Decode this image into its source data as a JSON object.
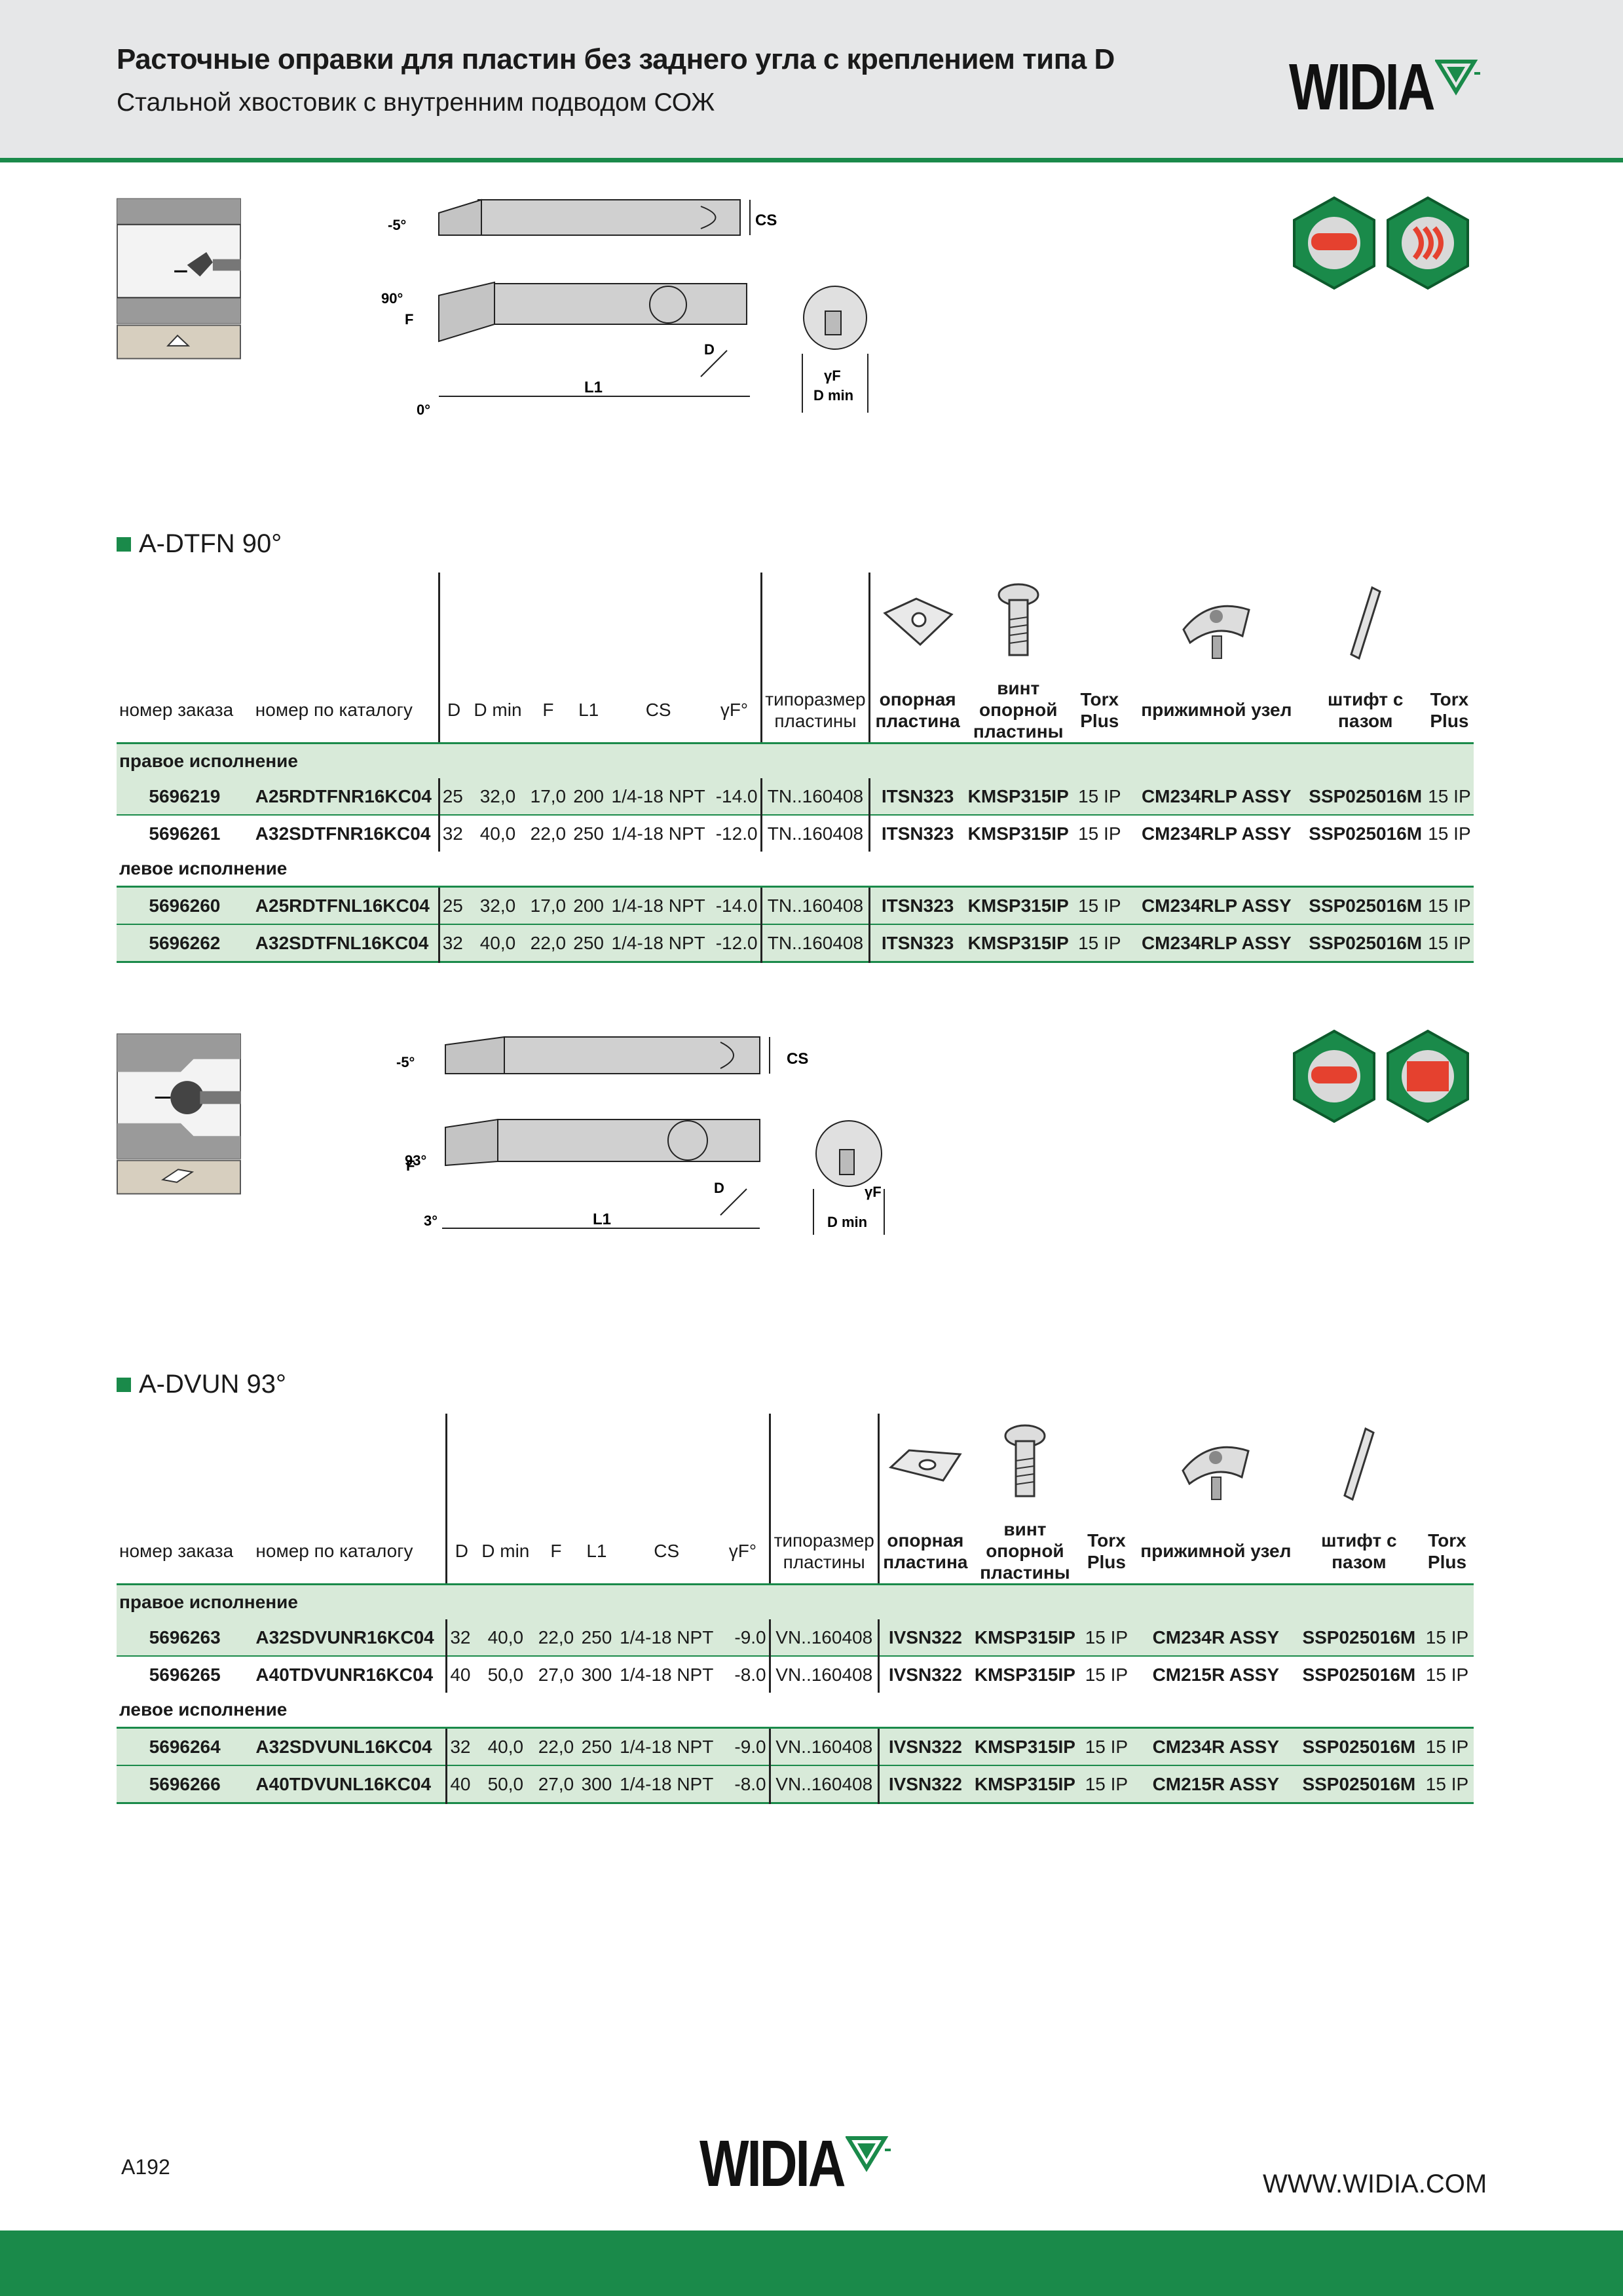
{
  "header": {
    "title": "Расточные оправки для пластин без заднего угла с креплением типа D",
    "subtitle": "Стальной хвостовик с внутренним подводом СОЖ",
    "logo": "WIDIA"
  },
  "colors": {
    "accent": "#1a8a4a",
    "row_tint": "#d8ead9",
    "header_bg": "#e6e7e8"
  },
  "drawing1": {
    "angle_top": "-5°",
    "cs": "CS",
    "angle_side": "90°",
    "f": "F",
    "d": "D",
    "angle_zero": "0°",
    "l1": "L1",
    "gamma": "γF",
    "dmin": "D min"
  },
  "drawing2": {
    "angle_top": "-5°",
    "cs": "CS",
    "angle_side": "93°",
    "f": "F",
    "d": "D",
    "angle_three": "3°",
    "l1": "L1",
    "gamma": "γF",
    "dmin": "D min"
  },
  "section1": {
    "title": "A-DTFN 90°",
    "headers": [
      "номер заказа",
      "номер по каталогу",
      "D",
      "D min",
      "F",
      "L1",
      "CS",
      "γF°",
      "типоразмер пластины",
      "опорная пластина",
      "винт опорной пластины",
      "Torx Plus",
      "прижимной узел",
      "штифт с пазом",
      "Torx Plus"
    ],
    "group_right": "правое исполнение",
    "group_left": "левое исполнение",
    "rows_right": [
      [
        "5696219",
        "A25RDTFNR16KC04",
        "25",
        "32,0",
        "17,0",
        "200",
        "1/4-18 NPT",
        "-14.0",
        "TN..160408",
        "ITSN323",
        "KMSP315IP",
        "15 IP",
        "CM234RLP ASSY",
        "SSP025016M",
        "15 IP"
      ],
      [
        "5696261",
        "A32SDTFNR16KC04",
        "32",
        "40,0",
        "22,0",
        "250",
        "1/4-18 NPT",
        "-12.0",
        "TN..160408",
        "ITSN323",
        "KMSP315IP",
        "15 IP",
        "CM234RLP ASSY",
        "SSP025016M",
        "15 IP"
      ]
    ],
    "rows_left": [
      [
        "5696260",
        "A25RDTFNL16KC04",
        "25",
        "32,0",
        "17,0",
        "200",
        "1/4-18 NPT",
        "-14.0",
        "TN..160408",
        "ITSN323",
        "KMSP315IP",
        "15 IP",
        "CM234RLP ASSY",
        "SSP025016M",
        "15 IP"
      ],
      [
        "5696262",
        "A32SDTFNL16KC04",
        "32",
        "40,0",
        "22,0",
        "250",
        "1/4-18 NPT",
        "-12.0",
        "TN..160408",
        "ITSN323",
        "KMSP315IP",
        "15 IP",
        "CM234RLP ASSY",
        "SSP025016M",
        "15 IP"
      ]
    ]
  },
  "section2": {
    "title": "A-DVUN 93°",
    "headers": [
      "номер заказа",
      "номер по каталогу",
      "D",
      "D min",
      "F",
      "L1",
      "CS",
      "γF°",
      "типоразмер пластины",
      "опорная пластина",
      "винт опорной пластины",
      "Torx Plus",
      "прижимной узел",
      "штифт с пазом",
      "Torx Plus"
    ],
    "group_right": "правое исполнение",
    "group_left": "левое исполнение",
    "rows_right": [
      [
        "5696263",
        "A32SDVUNR16KC04",
        "32",
        "40,0",
        "22,0",
        "250",
        "1/4-18 NPT",
        "-9.0",
        "VN..160408",
        "IVSN322",
        "KMSP315IP",
        "15 IP",
        "CM234R ASSY",
        "SSP025016M",
        "15 IP"
      ],
      [
        "5696265",
        "A40TDVUNR16KC04",
        "40",
        "50,0",
        "27,0",
        "300",
        "1/4-18 NPT",
        "-8.0",
        "VN..160408",
        "IVSN322",
        "KMSP315IP",
        "15 IP",
        "CM215R ASSY",
        "SSP025016M",
        "15 IP"
      ]
    ],
    "rows_left": [
      [
        "5696264",
        "A32SDVUNL16KC04",
        "32",
        "40,0",
        "22,0",
        "250",
        "1/4-18 NPT",
        "-9.0",
        "VN..160408",
        "IVSN322",
        "KMSP315IP",
        "15 IP",
        "CM234R ASSY",
        "SSP025016M",
        "15 IP"
      ],
      [
        "5696266",
        "A40TDVUNL16KC04",
        "40",
        "50,0",
        "27,0",
        "300",
        "1/4-18 NPT",
        "-8.0",
        "VN..160408",
        "IVSN322",
        "KMSP315IP",
        "15 IP",
        "CM215R ASSY",
        "SSP025016M",
        "15 IP"
      ]
    ]
  },
  "footer": {
    "page": "A192",
    "url": "WWW.WIDIA.COM",
    "logo": "WIDIA"
  }
}
